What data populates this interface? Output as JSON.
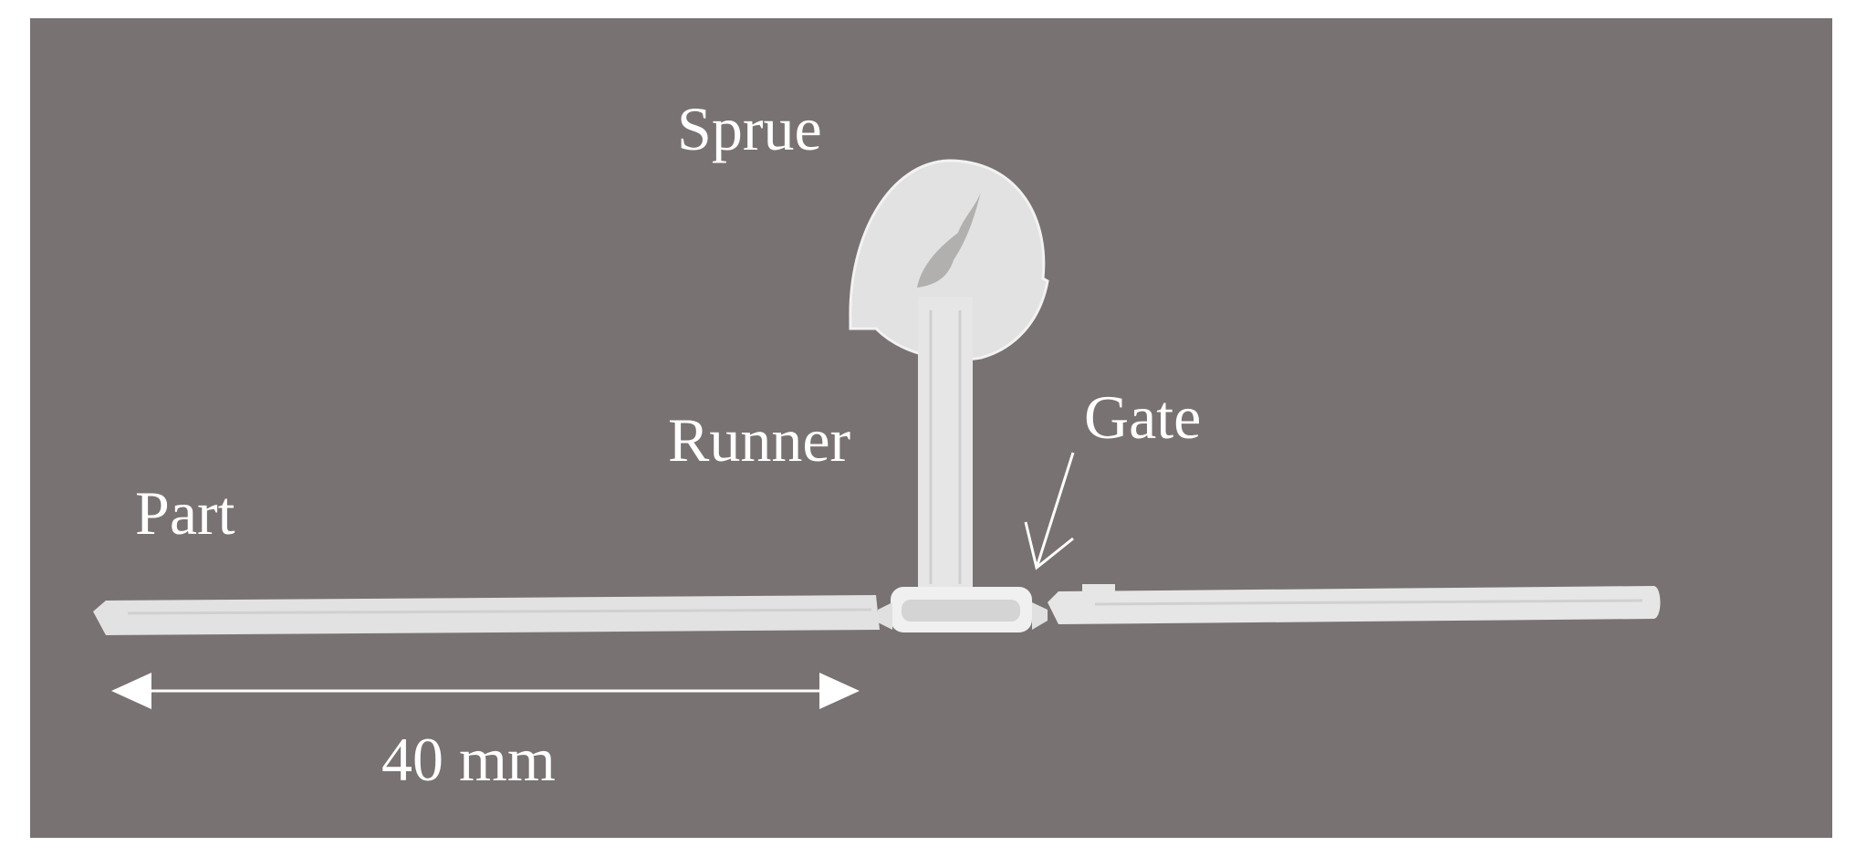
{
  "labels": {
    "sprue": "Sprue",
    "runner": "Runner",
    "gate": "Gate",
    "part": "Part",
    "scale": "40 mm"
  },
  "colors": {
    "background_photo": "#797272",
    "border": "#ffffff",
    "molded_plastic": "#e4e4e4",
    "label_text": "#ffffff"
  }
}
